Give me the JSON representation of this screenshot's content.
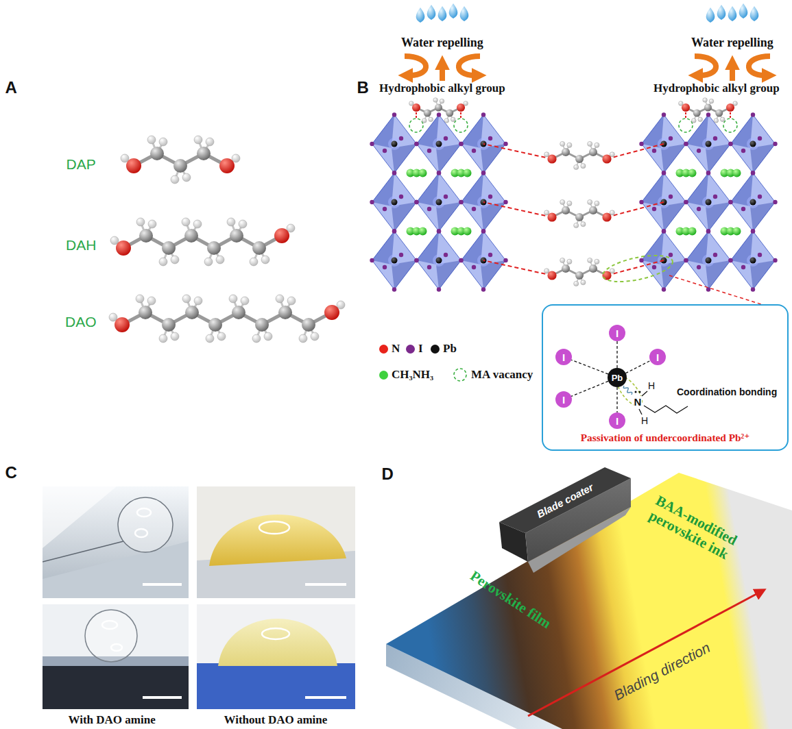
{
  "diagram": {
    "nodes": [
      {
        "text": [
          "Coordination bonding",
          "Passivation of undercoordinated Pb²⁺"
        ]
      },
      {
        "text": [
          "I"
        ],
        "in": 0
      },
      {
        "text": [
          "I"
        ],
        "in": 0
      },
      {
        "text": [
          "Pb"
        ],
        "in": 0
      },
      {
        "text": [
          "I"
        ],
        "in": 0
      },
      {
        "text": [
          "I"
        ],
        "in": 0
      },
      {
        "text": [
          "I"
        ],
        "in": 0
      }
    ],
    "edges": [
      {
        "from": 3,
        "to": 1,
        "arrow": "none"
      },
      {
        "from": 3,
        "to": 2,
        "arrow": "none"
      },
      {
        "from": 3,
        "to": 4,
        "arrow": "none"
      },
      {
        "from": 3,
        "to": 5,
        "arrow": "none"
      },
      {
        "from": 3,
        "to": 6,
        "arrow": "none"
      }
    ],
    "labels": [
      "A",
      "B",
      "C",
      "D",
      "DAP",
      "DAH",
      "DAO",
      "Water repelling",
      "Hydrophobic alkyl group",
      "Water repelling",
      "Hydrophobic alkyl group",
      "H",
      "N",
      "H",
      "With DAO amine",
      "Without DAO amine",
      "Blade coater",
      "BAA-modified perovskite ink",
      "Perovskite film",
      "Blading direction"
    ],
    "legend": [
      {
        "text": "N",
        "color": "#e8231b"
      },
      {
        "text": "I",
        "color": "#7b2a8c"
      },
      {
        "text": "Pb",
        "color": "#111111"
      },
      {
        "text": "CH₃NH₃",
        "color": "#3fd13f"
      },
      {
        "text": "MA vacancy"
      }
    ]
  }
}
